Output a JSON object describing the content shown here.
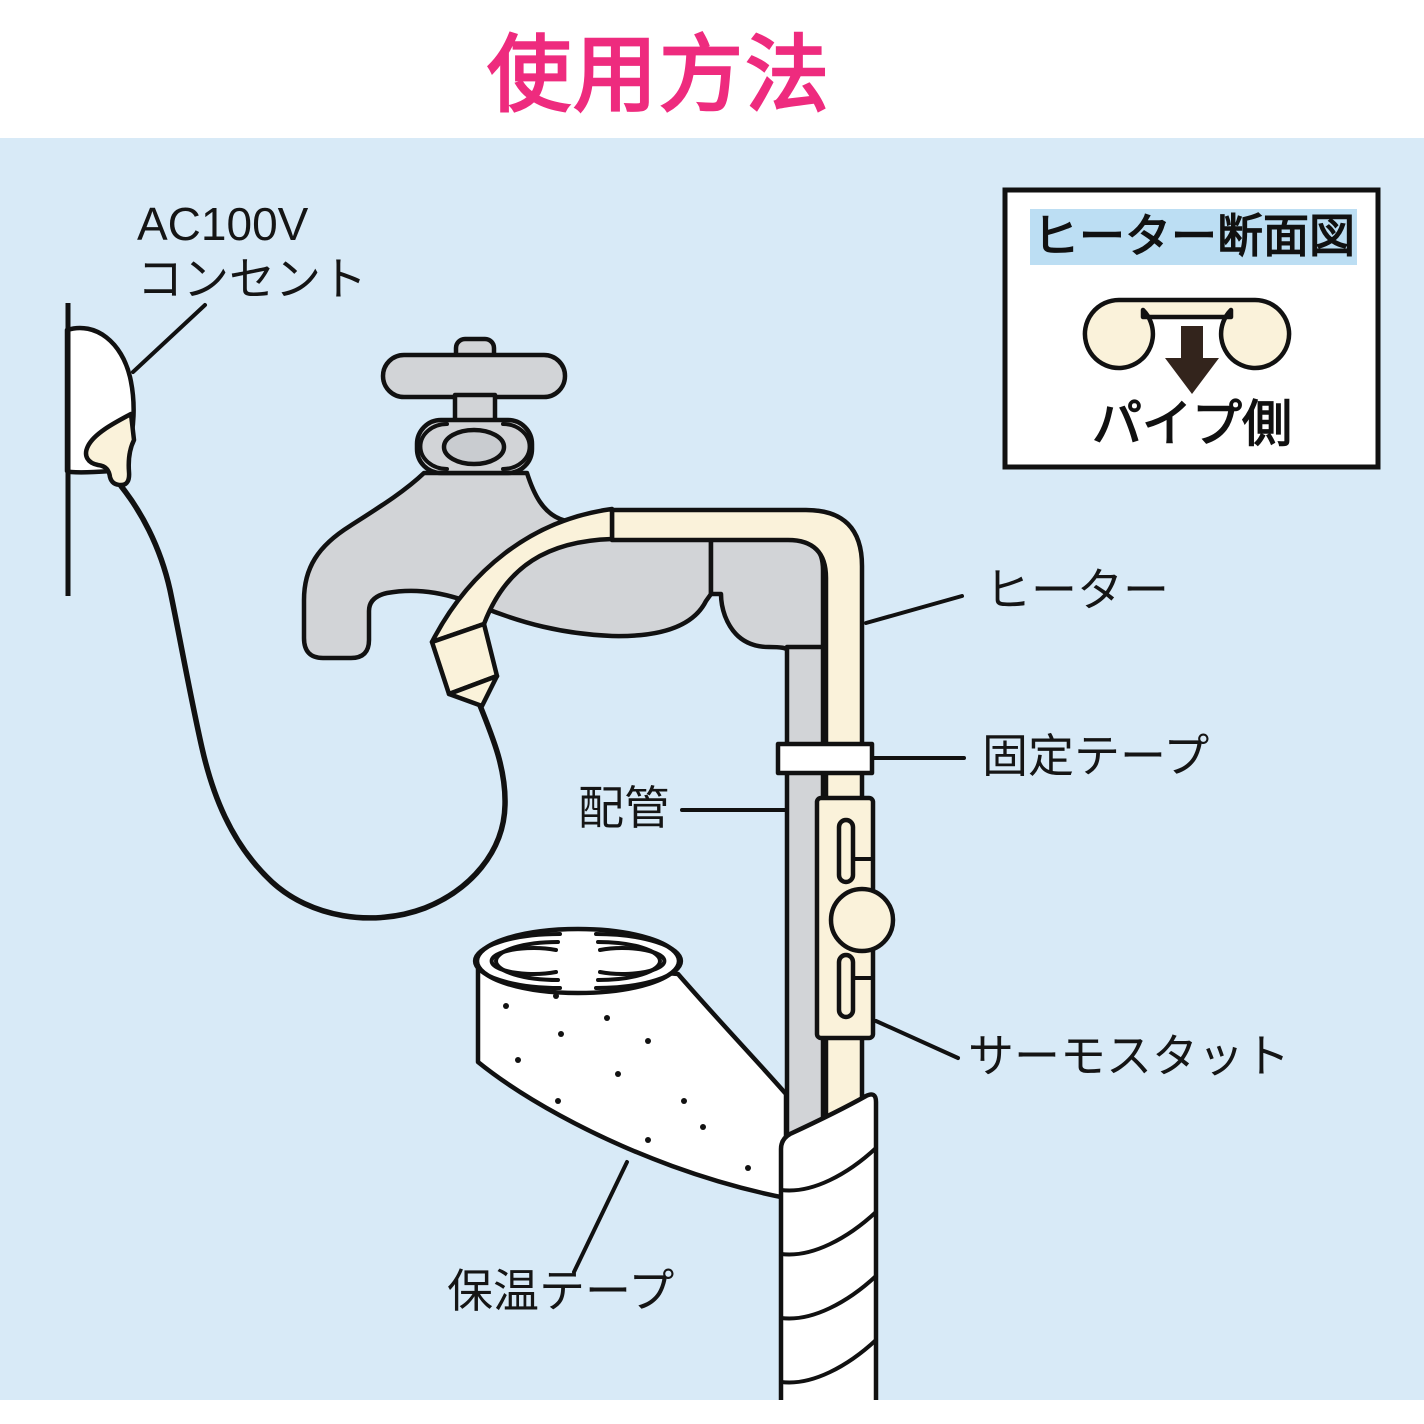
{
  "title": "使用方法",
  "labels": {
    "outlet_line1": "AC100V",
    "outlet_line2": "コンセント",
    "heater": "ヒーター",
    "fixing_tape": "固定テープ",
    "pipe": "配管",
    "thermostat": "サーモスタット",
    "insulation_tape": "保温テープ"
  },
  "inset": {
    "title": "ヒーター断面図",
    "pipe_side": "パイプ側"
  },
  "colors": {
    "title_pink": "#EE2B7E",
    "background_blue": "#D8EAF7",
    "heater_cream": "#FAF2DA",
    "metal_gray": "#D2D4D7",
    "metal_gray_dark": "#C9CCD0",
    "highlight_blue": "#BCDEF3",
    "outline_black": "#111111",
    "arrow_dark": "#33241C",
    "tape_white": "#FFFFFF"
  }
}
